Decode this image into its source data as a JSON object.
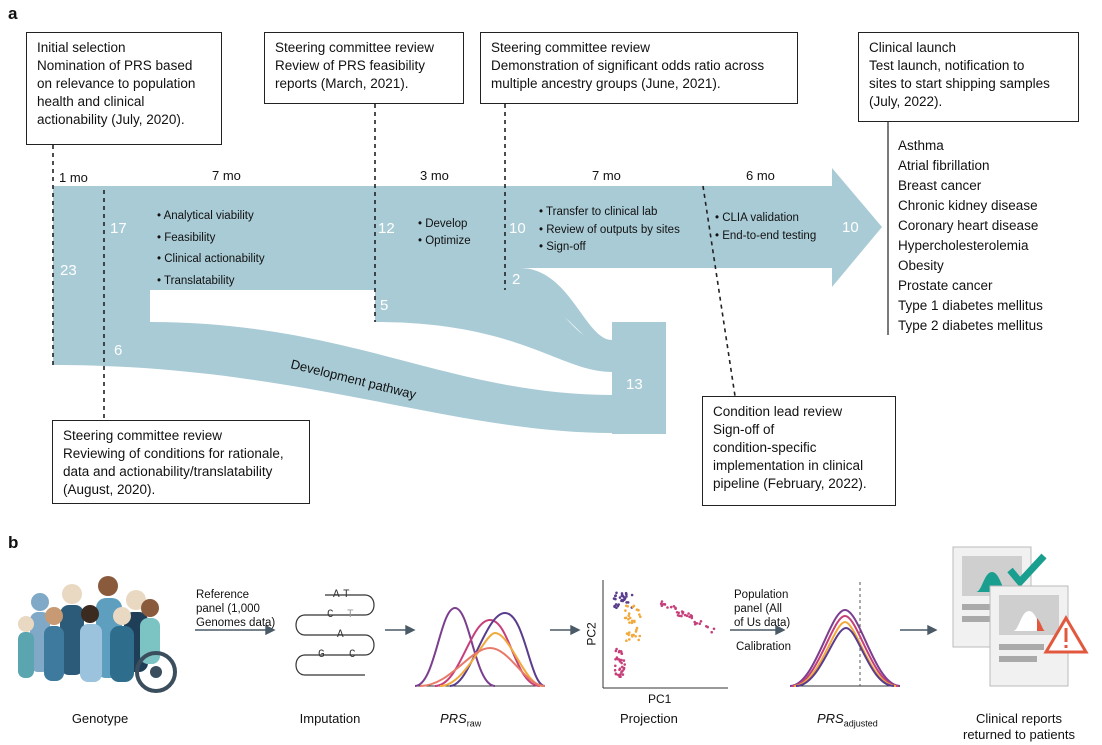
{
  "panel_a": {
    "letter": "a",
    "boxes": {
      "initial": [
        "Initial selection",
        "Nomination of PRS based",
        "on relevance to population",
        "health and clinical",
        "actionability (July, 2020)."
      ],
      "steering_march": [
        "Steering committee review",
        "Review of PRS feasibility",
        "reports (March, 2021)."
      ],
      "steering_june": [
        "Steering committee review",
        "Demonstration of significant odds ratio across",
        "multiple ancestry groups (June, 2021)."
      ],
      "launch": [
        "Clinical launch",
        "Test launch, notification to",
        "sites to start shipping samples",
        "(July, 2022)."
      ],
      "steering_aug": [
        "Steering committee review",
        "Reviewing of conditions for rationale,",
        "data and actionability/translatability",
        "(August, 2020)."
      ],
      "condition_lead": [
        "Condition lead review",
        "Sign-off of",
        "condition-specific",
        "implementation in clinical",
        "pipeline (February, 2022)."
      ]
    },
    "durations": [
      "1 mo",
      "7 mo",
      "3 mo",
      "7 mo",
      "6 mo"
    ],
    "counts": {
      "start": "23",
      "s1": "17",
      "s2": "12",
      "s3": "10",
      "end": "10",
      "drop1": "6",
      "drop2": "5",
      "drop3": "2",
      "dev": "13"
    },
    "bullets": {
      "phase1": [
        "Analytical viability",
        "Feasibility",
        "Clinical actionability",
        "Translatability"
      ],
      "phase2": [
        "Develop",
        "Optimize"
      ],
      "phase3": [
        "Transfer to clinical lab",
        "Review of outputs by sites",
        "Sign-off"
      ],
      "phase4": [
        "CLIA validation",
        "End-to-end testing"
      ]
    },
    "dev_label": "Development pathway",
    "conditions": [
      "Asthma",
      "Atrial fibrillation",
      "Breast cancer",
      "Chronic kidney disease",
      "Coronary heart disease",
      "Hypercholesterolemia",
      "Obesity",
      "Prostate cancer",
      "Type 1 diabetes mellitus",
      "Type 2 diabetes mellitus"
    ],
    "flow_color": "#a9cbd6"
  },
  "panel_b": {
    "letter": "b",
    "steps": {
      "genotype": "Genotype",
      "imputation": "Imputation",
      "prs_raw": "PRS",
      "prs_raw_sub": "raw",
      "projection": "Projection",
      "prs_adj": "PRS",
      "prs_adj_sub": "adjusted",
      "reports": [
        "Clinical reports",
        "returned to patients"
      ]
    },
    "ref_panel": [
      "Reference",
      "panel (1,000",
      "Genomes data)"
    ],
    "pop_panel": [
      "Population",
      "panel (All",
      "of Us data)"
    ],
    "calibration": "Calibration",
    "axis": {
      "pc1": "PC1",
      "pc2": "PC2"
    },
    "dna_letters": [
      [
        "A",
        "T"
      ],
      [
        "C",
        "T"
      ],
      [
        "A"
      ],
      [
        "G",
        "C"
      ]
    ],
    "curve_colors": [
      "#7b3f8f",
      "#c63f7a",
      "#e87a6a",
      "#f1a93b",
      "#5a3c8c"
    ],
    "report_colors": {
      "check": "#1a9e8f",
      "warning": "#e2583e"
    }
  }
}
